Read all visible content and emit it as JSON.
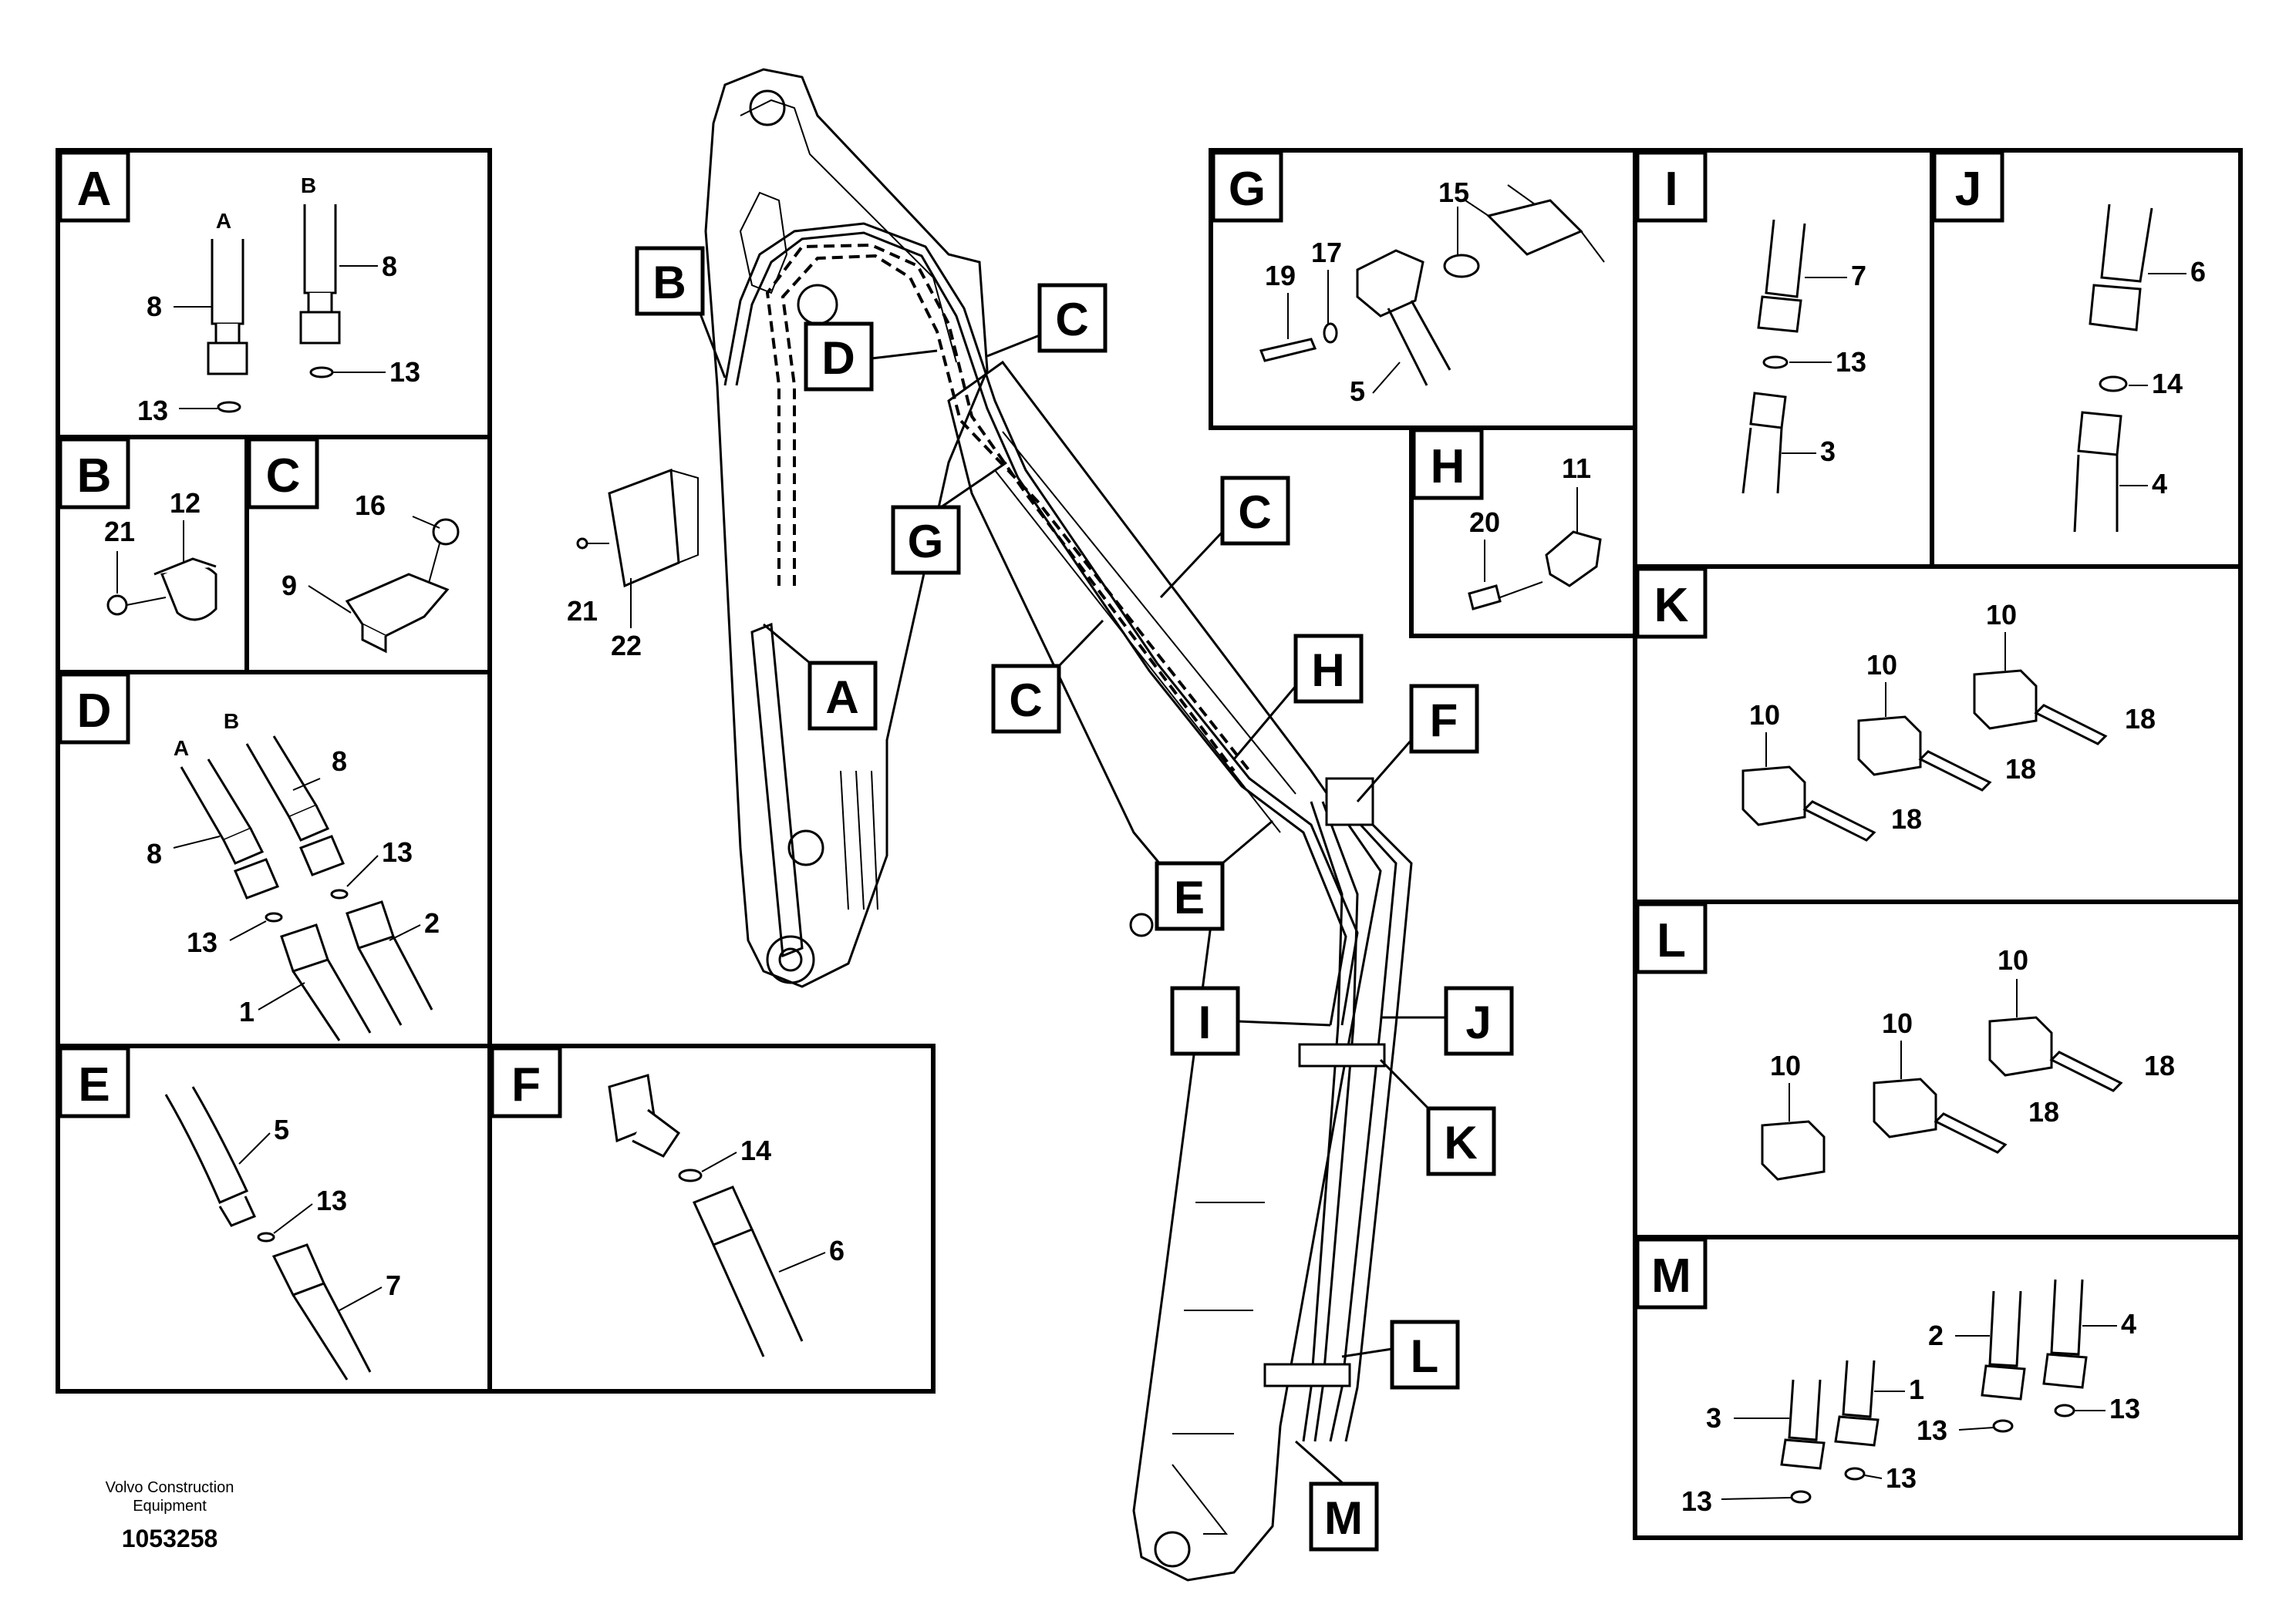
{
  "panels": {
    "A": {
      "tag": "A",
      "sub_a": "A",
      "sub_b": "B",
      "n1": "8",
      "n2": "8",
      "n3": "13",
      "n4": "13"
    },
    "B": {
      "tag": "B",
      "n1": "21",
      "n2": "12"
    },
    "C": {
      "tag": "C",
      "n1": "16",
      "n2": "9"
    },
    "D": {
      "tag": "D",
      "sub_a": "A",
      "sub_b": "B",
      "n1": "8",
      "n2": "8",
      "n3": "13",
      "n4": "13",
      "n5": "2",
      "n6": "1"
    },
    "E": {
      "tag": "E",
      "n1": "5",
      "n2": "13",
      "n3": "7"
    },
    "F": {
      "tag": "F",
      "n1": "14",
      "n2": "6"
    },
    "G": {
      "tag": "G",
      "n1": "15",
      "n2": "19",
      "n3": "17",
      "n4": "5"
    },
    "H": {
      "tag": "H",
      "n1": "20",
      "n2": "11"
    },
    "I": {
      "tag": "I",
      "n1": "7",
      "n2": "13",
      "n3": "3"
    },
    "J": {
      "tag": "J",
      "n1": "6",
      "n2": "14",
      "n3": "4"
    },
    "K": {
      "tag": "K",
      "n1": "10",
      "n2": "10",
      "n3": "10",
      "n4": "18",
      "n5": "18",
      "n6": "18"
    },
    "L": {
      "tag": "L",
      "n1": "10",
      "n2": "10",
      "n3": "10",
      "n4": "18",
      "n5": "18"
    },
    "M": {
      "tag": "M",
      "n1": "2",
      "n2": "4",
      "n3": "3",
      "n4": "1",
      "n5": "13",
      "n6": "13",
      "n7": "13",
      "n8": "13"
    }
  },
  "callouts": [
    "B",
    "D",
    "C",
    "G",
    "C",
    "A",
    "C",
    "H",
    "F",
    "E",
    "I",
    "J",
    "K",
    "L",
    "M"
  ],
  "main_numbers": {
    "n21": "21",
    "n22": "22"
  },
  "footer": {
    "brand_line1": "Volvo Construction",
    "brand_line2": "Equipment",
    "drawing_number": "1053258"
  },
  "colors": {
    "ink": "#000000",
    "paper": "#ffffff"
  }
}
